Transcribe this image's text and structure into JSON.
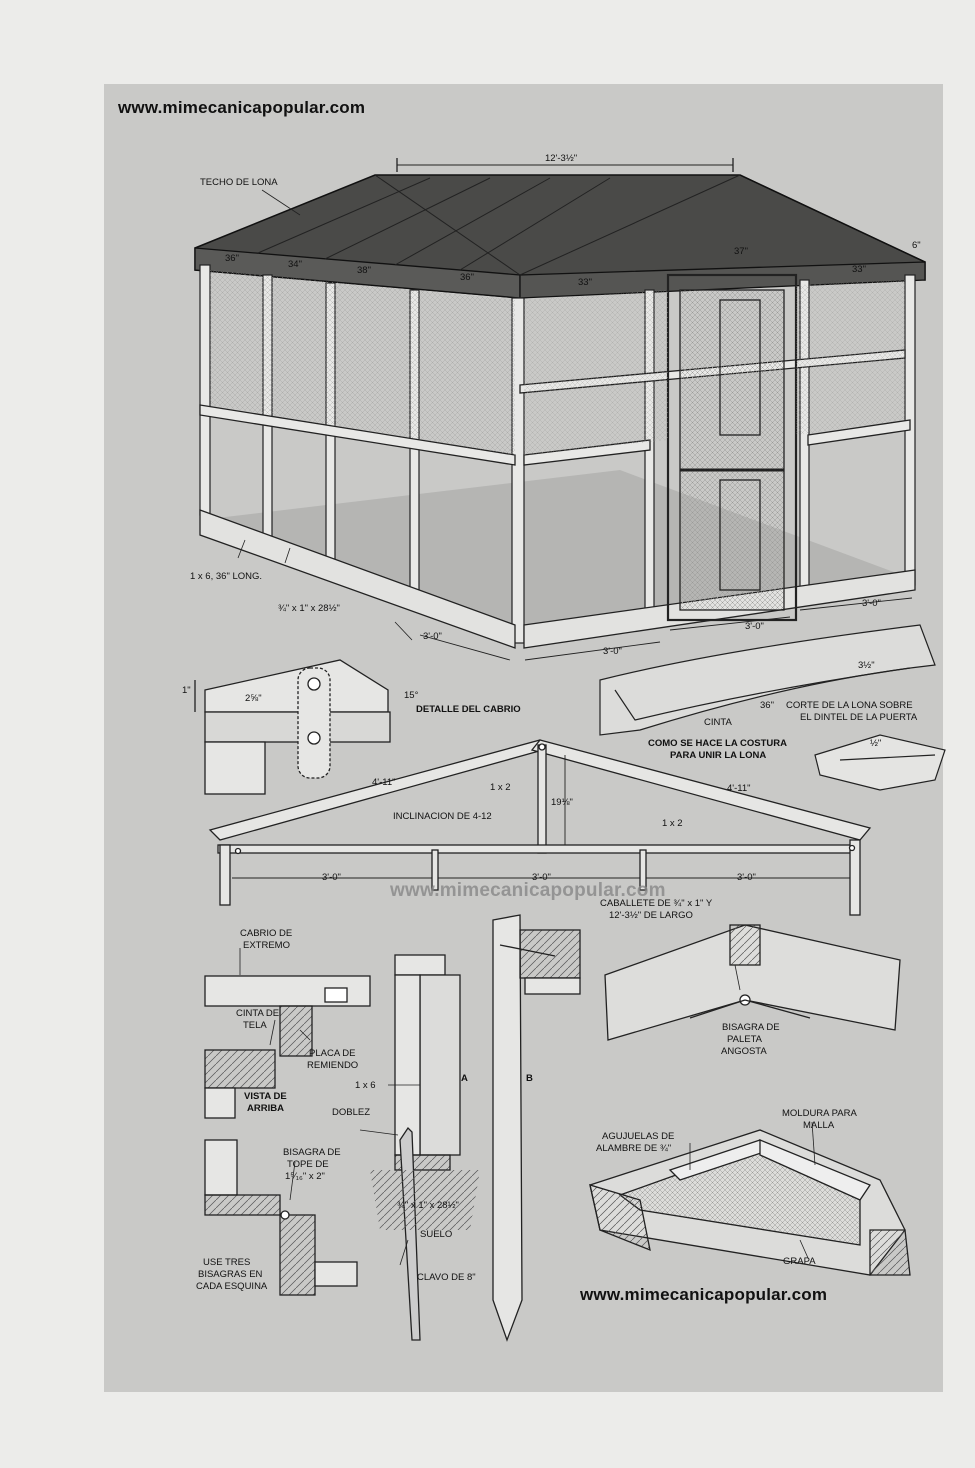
{
  "watermarks": {
    "top": "www.mimecanicapopular.com",
    "middle": "www.mimecanicapopular.com",
    "bottom": "www.mimecanicapopular.com"
  },
  "main_view": {
    "roof": "TECHO DE LONA",
    "ridge_length": "12'-3½\"",
    "eave_height": "6\"",
    "panel_widths": [
      "36\"",
      "34\"",
      "38\"",
      "36\"",
      "33\"",
      "37\"",
      "33\""
    ],
    "base_board": "1 x 6, 36\" LONG.",
    "strip": "¾\" x 1\" x 28½\"",
    "bay_widths": [
      "3'-0\"",
      "3'-0\"",
      "3'-0\"",
      "3'-0\""
    ]
  },
  "seam_detail": {
    "tape": "CINTA",
    "length": "36\"",
    "offset": "3½\"",
    "cut_note": [
      "CORTE DE LA LONA SOBRE",
      "EL DINTEL DE LA PUERTA"
    ],
    "title": [
      "COMO SE HACE LA COSTURA",
      "PARA UNIR LA LONA"
    ],
    "fold": "½\""
  },
  "rafter_detail": {
    "title": "DETALLE DEL CABRIO",
    "width": "2⅝\"",
    "rise": "1\"",
    "angle": "15°"
  },
  "truss": {
    "rafter_length_left": "4'-11\"",
    "rafter_length_right": "4'-11\"",
    "post_label": "1 x 2",
    "tie_label": "1 x 2",
    "height": "19⅛\"",
    "slope": "INCLINACION DE 4-12",
    "spans": [
      "3'-0\"",
      "3'-0\"",
      "3'-0\""
    ]
  },
  "ridge_detail": {
    "board": [
      "CABALLETE DE ¾\" x 1\" Y",
      "12'-3½\" DE LARGO"
    ],
    "hinge": [
      "BISAGRA DE",
      "PALETA",
      "ANGOSTA"
    ]
  },
  "corner_top": {
    "end_rafter": [
      "CABRIO DE",
      "EXTREMO"
    ],
    "cloth_tape": [
      "CINTA DE",
      "TELA"
    ],
    "patch_plate": [
      "PLACA DE",
      "REMIENDO"
    ],
    "view": [
      "VISTA DE",
      "ARRIBA"
    ]
  },
  "corner_bottom": {
    "butt_hinge": [
      "BISAGRA DE",
      "TOPE DE",
      "1⁵⁄₁₆\" x 2\""
    ],
    "note": [
      "USE TRES",
      "BISAGRAS EN",
      "CADA ESQUINA"
    ]
  },
  "stake_detail": {
    "board": "1 x 6",
    "bend": "DOBLEZ",
    "strip": "¾\" x 1\" x 28½\"",
    "ground": "SUELO",
    "nail": "CLAVO DE 8\"",
    "letter_a": "A",
    "letter_b": "B"
  },
  "screen_detail": {
    "staples": [
      "AGUJUELAS DE",
      "ALAMBRE DE ¾\""
    ],
    "molding": [
      "MOLDURA PARA",
      "MALLA"
    ],
    "clip": "GRAPA"
  }
}
